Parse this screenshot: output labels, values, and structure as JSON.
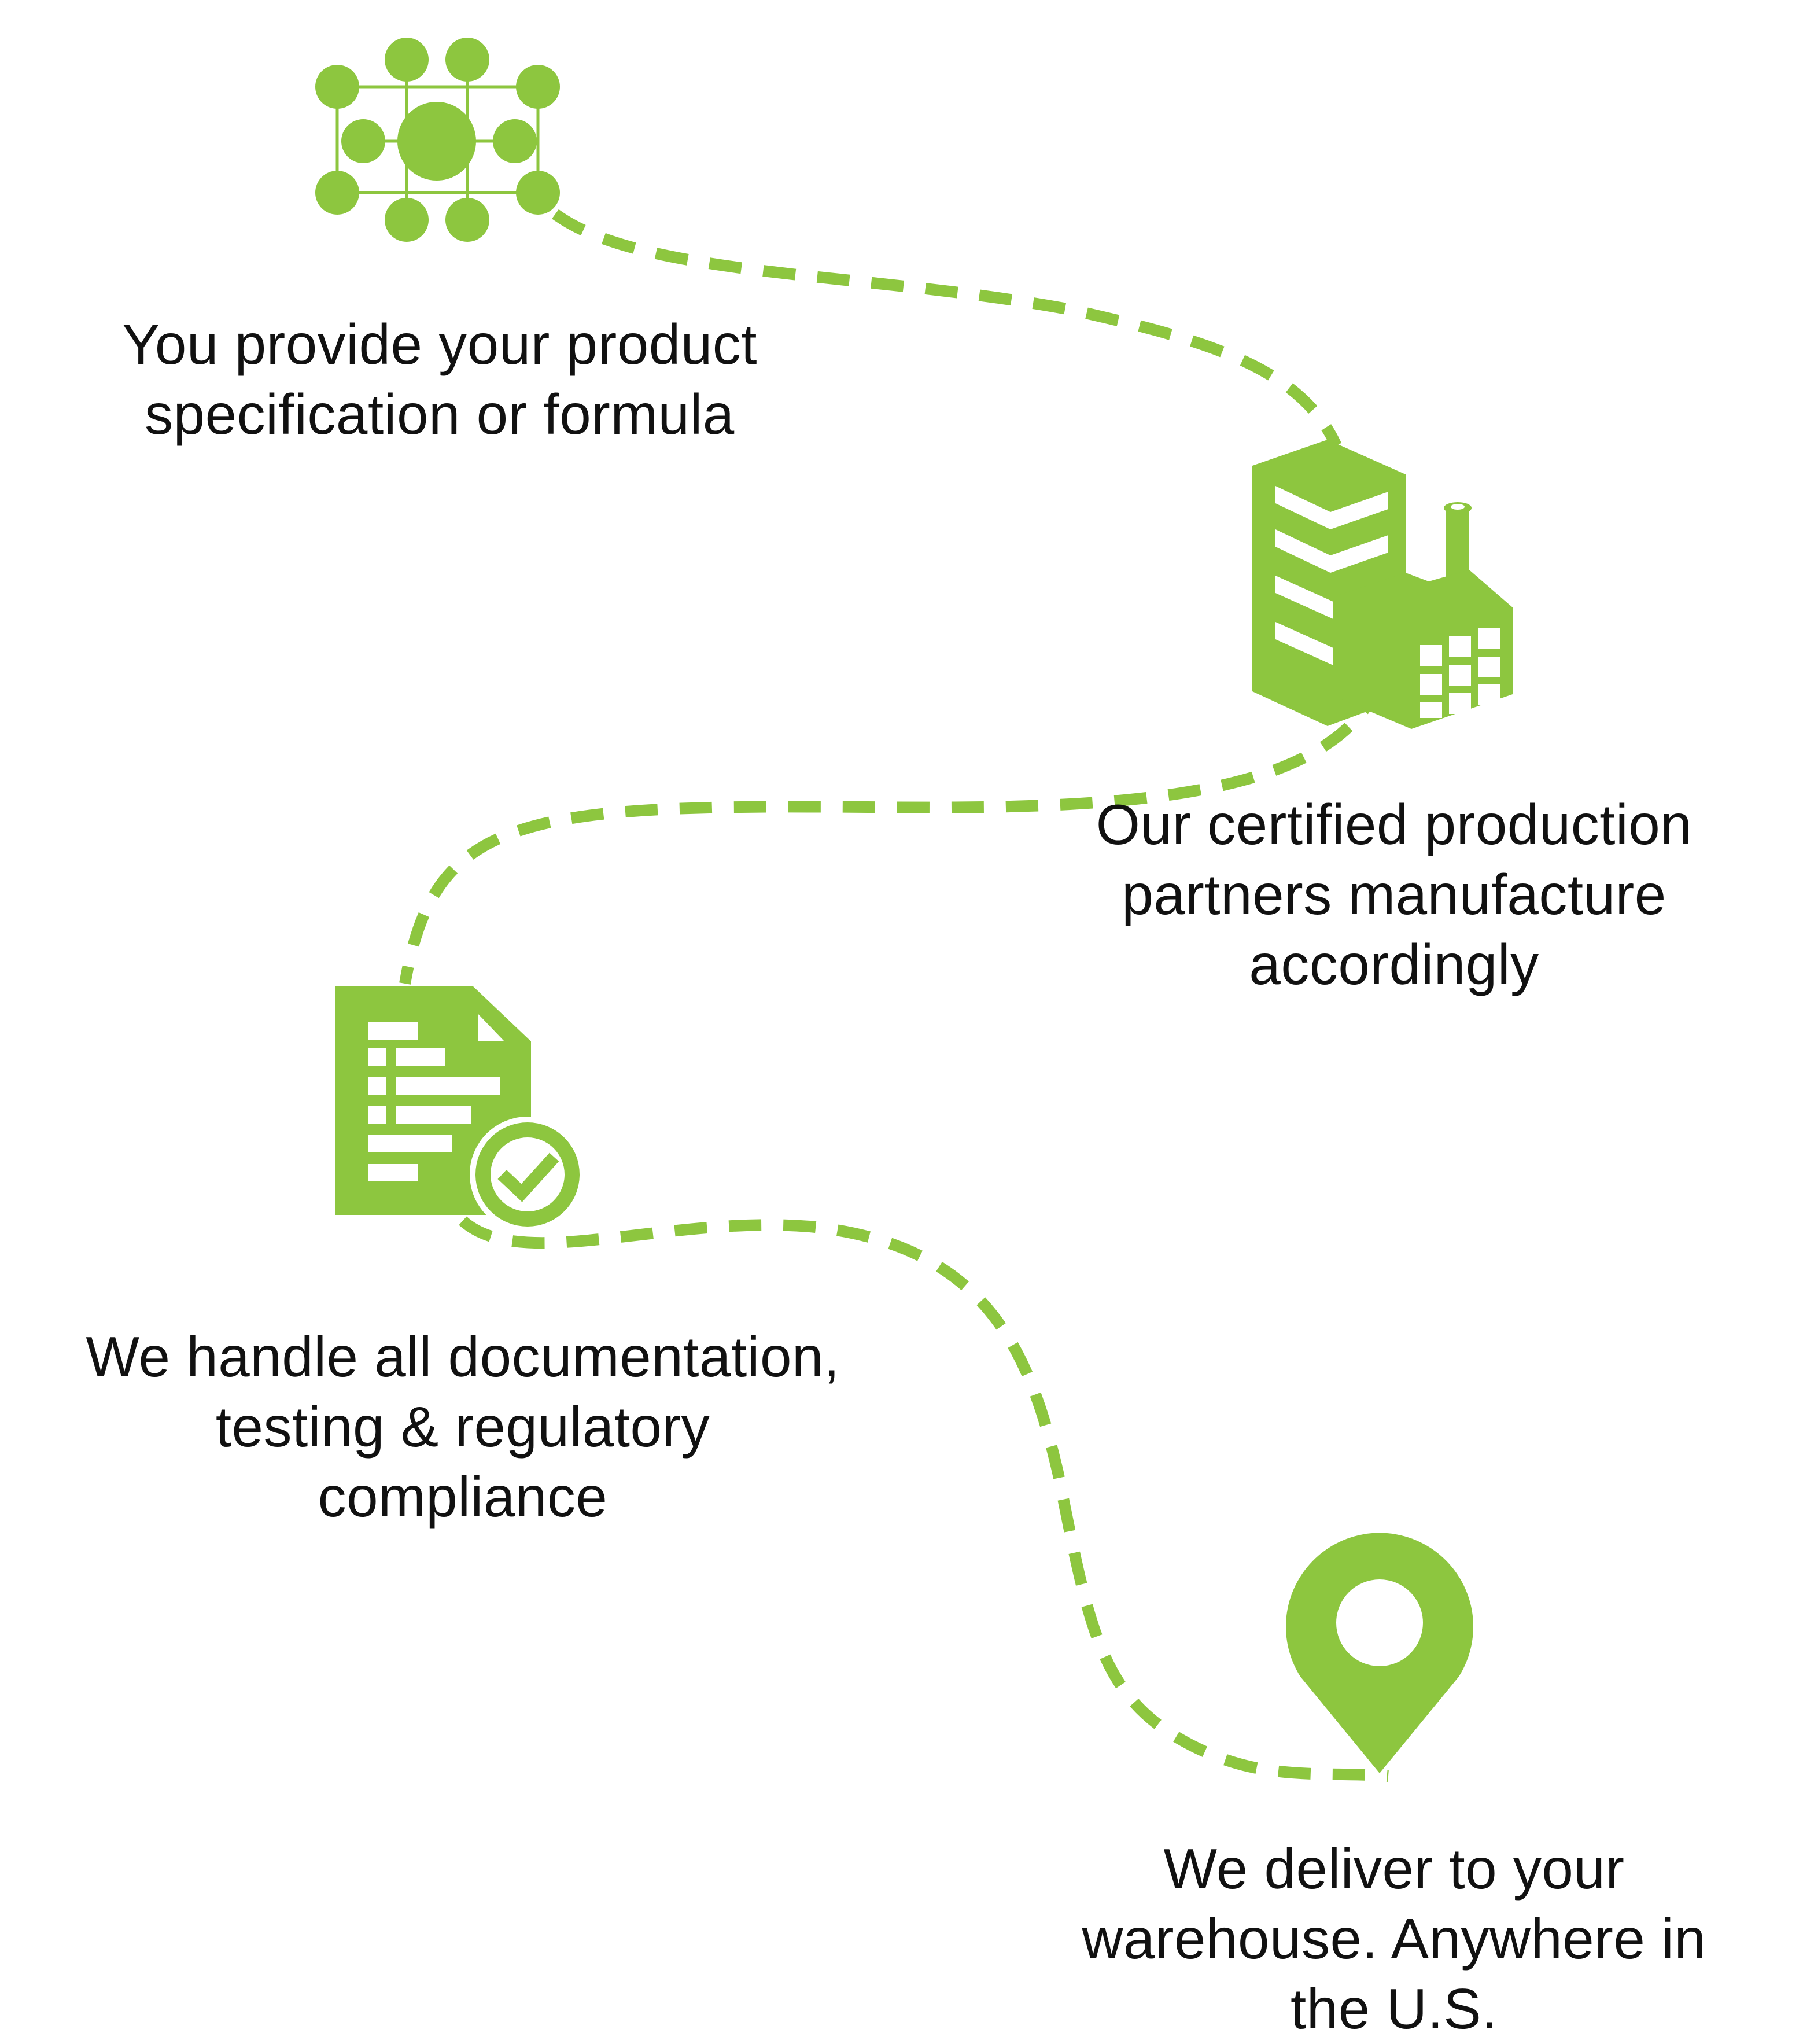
{
  "accent_color": "#8dc63f",
  "text_color": "#111111",
  "steps": [
    {
      "icon": "network-icon",
      "lines": [
        "You provide your product",
        "specification or formula"
      ]
    },
    {
      "icon": "factory-icon",
      "lines": [
        "Our certified production",
        "partners manufacture",
        "accordingly"
      ]
    },
    {
      "icon": "document-check-icon",
      "lines": [
        "We handle all documentation,",
        "testing & regulatory",
        "compliance"
      ]
    },
    {
      "icon": "location-pin-icon",
      "lines": [
        "We deliver to your",
        "warehouse. Anywhere in",
        "the U.S."
      ]
    }
  ]
}
